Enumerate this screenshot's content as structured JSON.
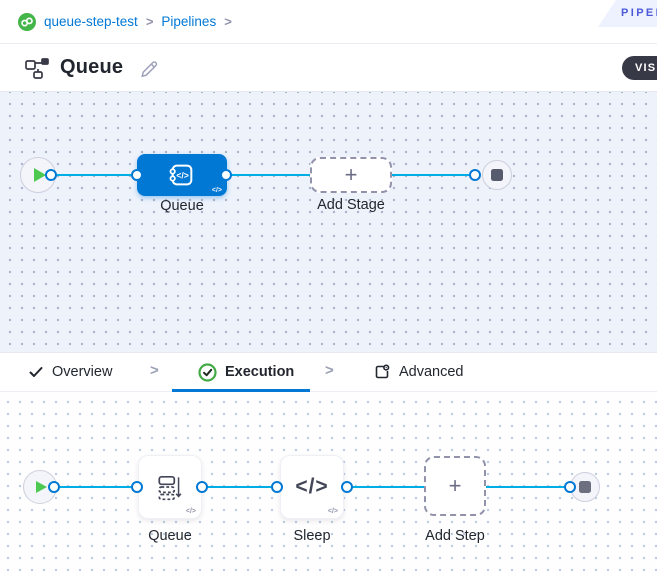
{
  "breadcrumb": {
    "project_label": "queue-step-test",
    "separator": ">",
    "pipelines_label": "Pipelines",
    "trailing_separator": ">"
  },
  "ribbon": {
    "label": "PIPELINE STUDIO"
  },
  "header": {
    "title": "Queue",
    "view_toggle_label": "VISUAL"
  },
  "stage_graph": {
    "stage_label": "Queue",
    "stage_badge": "</>",
    "add_stage_plus": "+",
    "add_stage_label": "Add Stage"
  },
  "tabs": {
    "overview": {
      "label": "Overview"
    },
    "execution": {
      "label": "Execution"
    },
    "advanced": {
      "label": "Advanced"
    },
    "separator": ">"
  },
  "step_graph": {
    "steps": [
      {
        "label": "Queue",
        "badge": "</>"
      },
      {
        "label": "Sleep",
        "badge": "</>",
        "icon_glyph": "</>"
      }
    ],
    "add_step_plus": "+",
    "add_step_label": "Add Step"
  },
  "colors": {
    "primary_blue": "#0278d5",
    "connector_cyan": "#00ade4",
    "success_green": "#42ab45",
    "play_green": "#4dc952",
    "dark_text": "#22272f",
    "stage_canvas_bg": "#edf2fb",
    "toggle_pill_bg": "#383946",
    "ribbon_bg": "#eef1fe",
    "ribbon_text": "#4a5ad8"
  }
}
